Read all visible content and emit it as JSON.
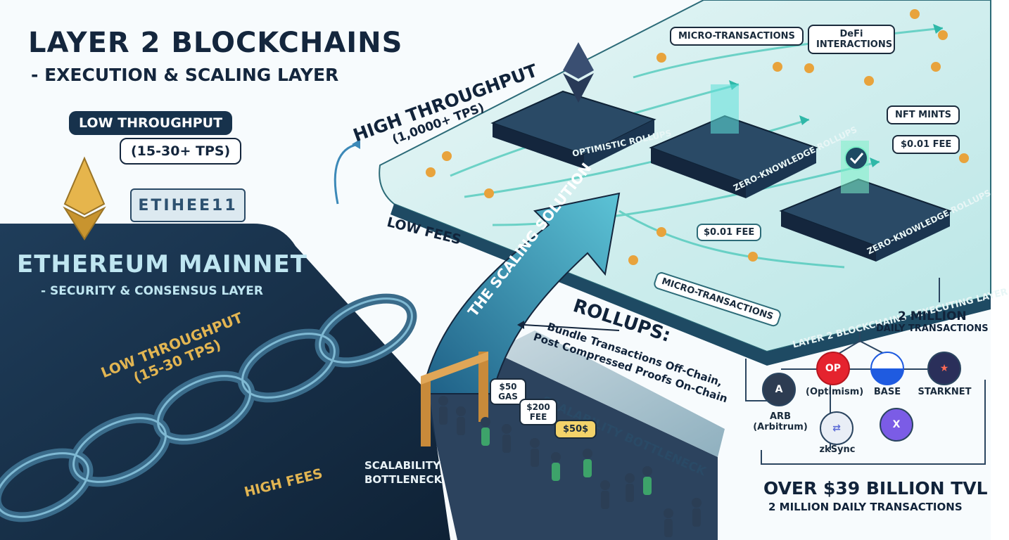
{
  "title": {
    "main": "LAYER 2 BLOCKCHAINS",
    "sub": "- EXECUTION & SCALING LAYER"
  },
  "mainnet": {
    "throughput_bubble_line1": "LOW THROUGHPUT",
    "throughput_bubble_line2": "(15-30+ TPS)",
    "eth_wordmark": "ETIHEE11",
    "title": "ETHEREUM MAINNET",
    "subtitle": "- SECURITY & CONSENSUS LAYER",
    "chain_label_line1": "LOW THROUGHPUT",
    "chain_label_line2": "(15-30 TPS)",
    "high_fees": "HIGH FEES",
    "bottleneck_label_line1": "SCALABILITY",
    "bottleneck_label_line2": "BOTTLENECK",
    "bottleneck_ramp": "SCALABILITY BOTTLENECK",
    "gas_bubbles": [
      "$50 GAS",
      "$200 FEE",
      "$50$"
    ]
  },
  "scaling": {
    "arrow_label": "THE SCALING SOLUTION",
    "rollups_title": "ROLLUPS:",
    "rollups_desc_line1": "Bundle Transactions Off-Chain,",
    "rollups_desc_line2": "Post Compressed Proofs On-Chain"
  },
  "layer2": {
    "high_throughput_line1": "HIGH THROUGHPUT",
    "high_throughput_line2": "(1,0000+ TPS)",
    "low_fees": "LOW FEES",
    "rollup_platforms": [
      "OPTIMISTIC ROLLUPS",
      "ZERO-KNOWLEDGE ROLLUPS",
      "ZERO-KNOWLEDGE ROLLUPS"
    ],
    "bubbles": {
      "micro_top": "MICRO-TRANSACTIONS",
      "defi": "DeFi INTERACTIONS",
      "nft": "NFT MINTS",
      "fee_right": "$0.01 FEE",
      "fee_mid": "$0.01 FEE",
      "micro_bottom": "MICRO-TRANSACTIONS"
    },
    "edge_label": "LAYER 2 BLOCKCHAINS - EXECUTING LAYER"
  },
  "ecosystem": {
    "daily_tx_line1": "2 MILLION",
    "daily_tx_line2": "DAILY TRANSACTIONS",
    "logos": [
      {
        "name": "ARB",
        "label": "ARB\n(Arbitrum)",
        "glyph": "A",
        "color": "#2d3c52"
      },
      {
        "name": "OP",
        "label": "(Optimism)",
        "glyph": "OP",
        "color": "#e5232e"
      },
      {
        "name": "BASE",
        "label": "BASE",
        "glyph": "",
        "color": "#1f5be0"
      },
      {
        "name": "STARKNET",
        "label": "STARKNET",
        "glyph": "",
        "color": "#2a2f5a"
      },
      {
        "name": "zkSync",
        "label": "zkSync",
        "glyph": "⇄",
        "color": "#e9eef6"
      },
      {
        "name": "X",
        "label": "",
        "glyph": "X",
        "color": "#7b5ce6"
      }
    ],
    "tvl": "OVER $39 BILLION TVL",
    "tvl_sub": "2 MILLION DAILY TRANSACTIONS"
  },
  "colors": {
    "navy": "#14263d",
    "mainnet_bg": "#1b3550",
    "l2_platform": "#cfeef0",
    "accent_teal": "#2fb8a8",
    "gold": "#e2b552",
    "arrow_blue": "#3c89b8"
  }
}
